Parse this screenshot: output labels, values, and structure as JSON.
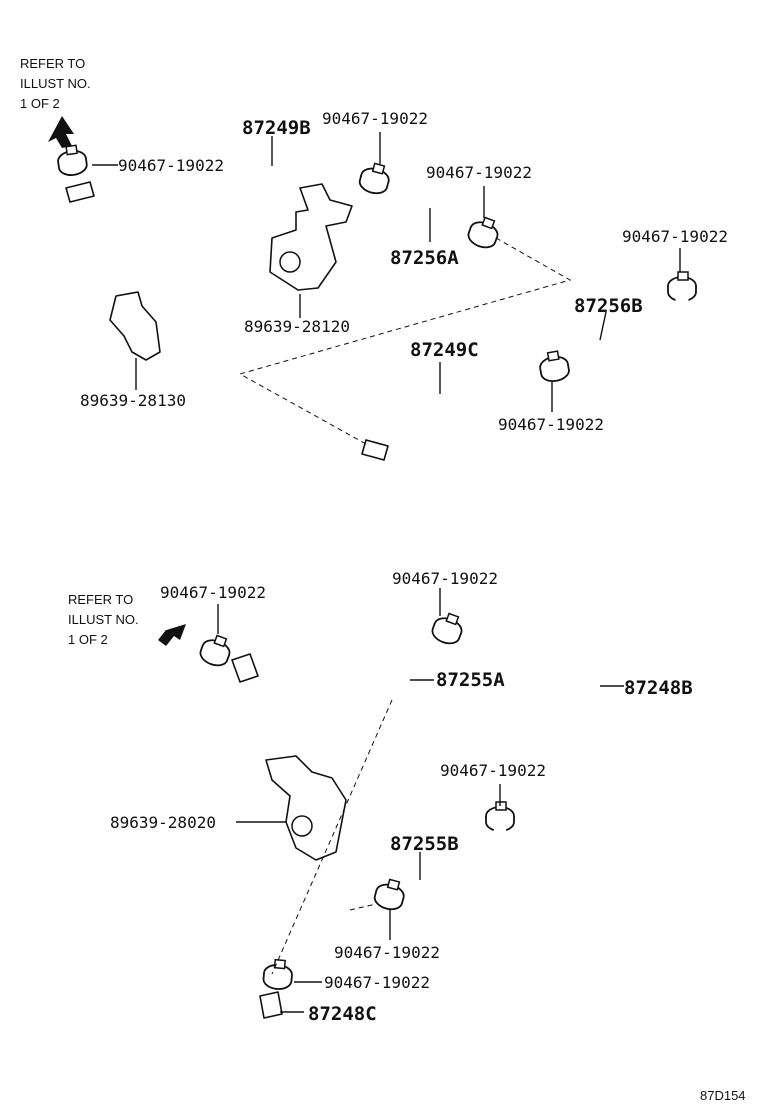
{
  "upper": {
    "refer_note": [
      "REFER TO",
      "ILLUST NO.",
      "1 OF 2"
    ],
    "labels": {
      "hose_87249b": "87249B",
      "clamp_top_left": "90467-19022",
      "clamp_top_mid": "90467-19022",
      "clamp_mid_right": "90467-19022",
      "hose_87256a": "87256A",
      "clamp_far_right": "90467-19022",
      "hose_87256b": "87256B",
      "bracket_28120": "89639-28120",
      "bracket_28130": "89639-28130",
      "hose_87249c": "87249C",
      "clamp_lower_mid": "90467-19022"
    }
  },
  "lower": {
    "refer_note": [
      "REFER TO",
      "ILLUST NO.",
      "1 OF 2"
    ],
    "labels": {
      "clamp_left": "90467-19022",
      "clamp_top": "90467-19022",
      "hose_87255a": "87255A",
      "hose_87248b": "87248B",
      "clamp_right": "90467-19022",
      "bracket_28020": "89639-28020",
      "hose_87255b": "87255B",
      "clamp_bottom_mid": "90467-19022",
      "clamp_bottom": "90467-19022",
      "hose_87248c": "87248C"
    }
  },
  "figure_code": "87D154",
  "icons": [
    "arrow-icon"
  ]
}
